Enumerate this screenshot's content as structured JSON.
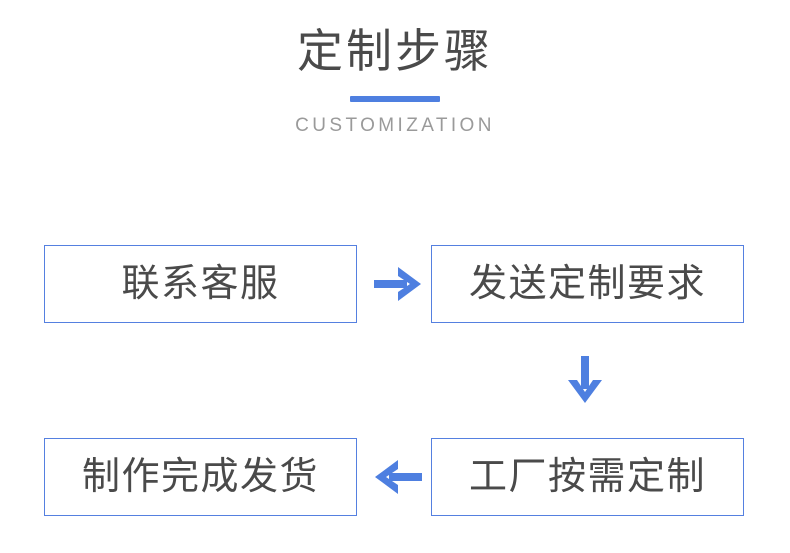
{
  "header": {
    "title": "定制步骤",
    "subtitle": "CUSTOMIZATION",
    "accent_color": "#4e7fe0",
    "title_color": "#4a4a4a",
    "subtitle_color": "#9a9a9a"
  },
  "flow": {
    "border_color": "#5580e0",
    "arrow_color": "#4e7fe0",
    "steps": [
      {
        "id": "contact",
        "label": "联系客服"
      },
      {
        "id": "send",
        "label": "发送定制要求"
      },
      {
        "id": "factory",
        "label": "工厂按需定制"
      },
      {
        "id": "ship",
        "label": "制作完成发货"
      }
    ],
    "arrows": [
      {
        "id": "contact-to-send",
        "direction": "right",
        "icon": "arrow-right-icon"
      },
      {
        "id": "send-to-factory",
        "direction": "down",
        "icon": "arrow-down-icon"
      },
      {
        "id": "factory-to-ship",
        "direction": "left",
        "icon": "arrow-left-icon"
      }
    ]
  }
}
